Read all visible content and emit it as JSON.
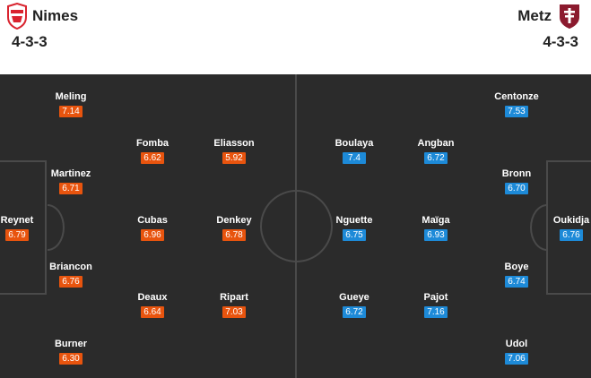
{
  "home": {
    "name": "Nimes",
    "formation": "4-3-3",
    "color": "#e8540e",
    "logo_icon": "nimes-crest-icon",
    "players": [
      {
        "name": "Reynet",
        "rating": "6.79"
      },
      {
        "name": "Meling",
        "rating": "7.14"
      },
      {
        "name": "Martinez",
        "rating": "6.71"
      },
      {
        "name": "Briancon",
        "rating": "6.76"
      },
      {
        "name": "Burner",
        "rating": "6.30"
      },
      {
        "name": "Fomba",
        "rating": "6.62"
      },
      {
        "name": "Cubas",
        "rating": "6.96"
      },
      {
        "name": "Deaux",
        "rating": "6.64"
      },
      {
        "name": "Eliasson",
        "rating": "5.92"
      },
      {
        "name": "Denkey",
        "rating": "6.78"
      },
      {
        "name": "Ripart",
        "rating": "7.03"
      }
    ]
  },
  "away": {
    "name": "Metz",
    "formation": "4-3-3",
    "color": "#1d8ad8",
    "logo_icon": "metz-crest-icon",
    "players": [
      {
        "name": "Oukidja",
        "rating": "6.76"
      },
      {
        "name": "Centonze",
        "rating": "7.53"
      },
      {
        "name": "Bronn",
        "rating": "6.70"
      },
      {
        "name": "Boye",
        "rating": "6.74"
      },
      {
        "name": "Udol",
        "rating": "7.06"
      },
      {
        "name": "Angban",
        "rating": "6.72"
      },
      {
        "name": "Maïga",
        "rating": "6.93"
      },
      {
        "name": "Pajot",
        "rating": "7.16"
      },
      {
        "name": "Boulaya",
        "rating": "7.4"
      },
      {
        "name": "Nguette",
        "rating": "6.75"
      },
      {
        "name": "Gueye",
        "rating": "6.72"
      }
    ]
  }
}
